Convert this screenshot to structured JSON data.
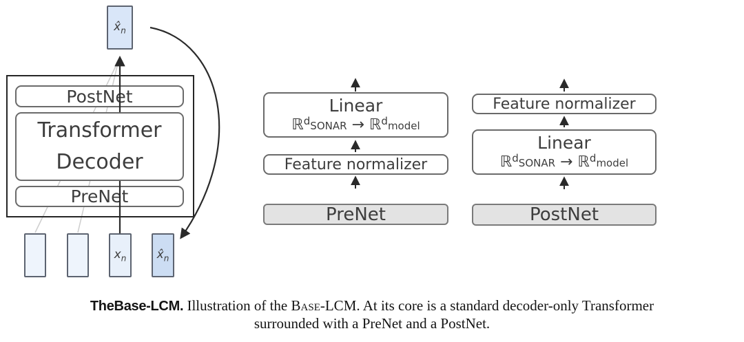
{
  "figure": {
    "left_diagram": {
      "output_token": {
        "base": "x̂",
        "subscript": "n"
      },
      "postnet_label": "PostNet",
      "transformer_line1": "Transformer",
      "transformer_line2": "Decoder",
      "prenet_label": "PreNet",
      "input_tokens": [
        {
          "base": "",
          "subscript": ""
        },
        {
          "base": "",
          "subscript": ""
        },
        {
          "base": "x",
          "subscript": "n"
        },
        {
          "base": "x̂",
          "subscript": "n"
        }
      ]
    },
    "prenet_detail": {
      "linear_label": "Linear",
      "formula": {
        "set1": "ℝ",
        "dim1": "d",
        "sub1": "SONAR",
        "arrow": "→",
        "set2": "ℝ",
        "dim2": "d",
        "sub2": "model"
      },
      "feature_normalizer_label": "Feature normalizer",
      "block_name": "PreNet"
    },
    "postnet_detail": {
      "feature_normalizer_label": "Feature normalizer",
      "linear_label": "Linear",
      "formula": {
        "set1": "ℝ",
        "dim1": "d",
        "sub1": "SONAR",
        "arrow": "→",
        "set2": "ℝ",
        "dim2": "d",
        "sub2": "model"
      },
      "block_name": "PostNet"
    }
  },
  "caption": {
    "bold_prefix": "TheBase-LCM.",
    "text_1": " Illustration of the ",
    "smallcaps_term": "Base-LCM",
    "text_2": ". At its core is a standard decoder-only Transformer",
    "line2": "surrounded with a PreNet and a PostNet."
  },
  "colors": {
    "output_box_fill": "#d9e6f8",
    "input_box_fill_light": "#eef4fc",
    "input_box_fill_xn": "#e8f0fa",
    "input_box_fill_xhat": "#ccddf3",
    "gray_block_fill": "#e3e3e3",
    "box_border_gray": "#6a6a6a",
    "outer_border": "#252525",
    "arrow_color": "#2a2a2a",
    "attention_line_color": "#cfcfcf"
  }
}
